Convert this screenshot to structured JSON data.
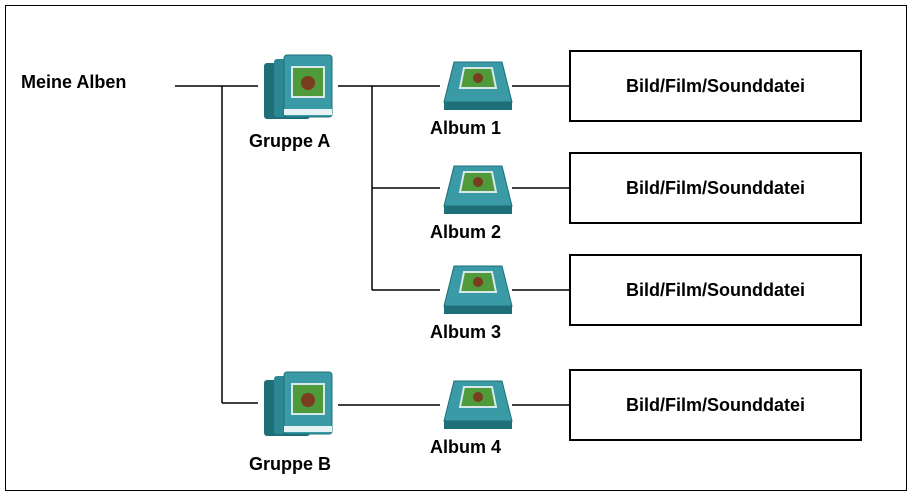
{
  "root": {
    "label": "Meine Alben"
  },
  "groups": [
    {
      "label": "Gruppe A",
      "icon": "album-group-icon"
    },
    {
      "label": "Gruppe B",
      "icon": "album-group-icon"
    }
  ],
  "albums": [
    {
      "label": "Album 1",
      "icon": "photo-album-icon"
    },
    {
      "label": "Album 2",
      "icon": "photo-album-icon"
    },
    {
      "label": "Album 3",
      "icon": "photo-album-icon"
    },
    {
      "label": "Album 4",
      "icon": "photo-album-icon"
    }
  ],
  "files": [
    {
      "label": "Bild/Film/Sounddatei"
    },
    {
      "label": "Bild/Film/Sounddatei"
    },
    {
      "label": "Bild/Film/Sounddatei"
    },
    {
      "label": "Bild/Film/Sounddatei"
    }
  ],
  "colors": {
    "book_teal": "#3a9aa6",
    "book_dark": "#1f6f78",
    "photo_green": "#4f9a3a",
    "line": "#000000"
  }
}
